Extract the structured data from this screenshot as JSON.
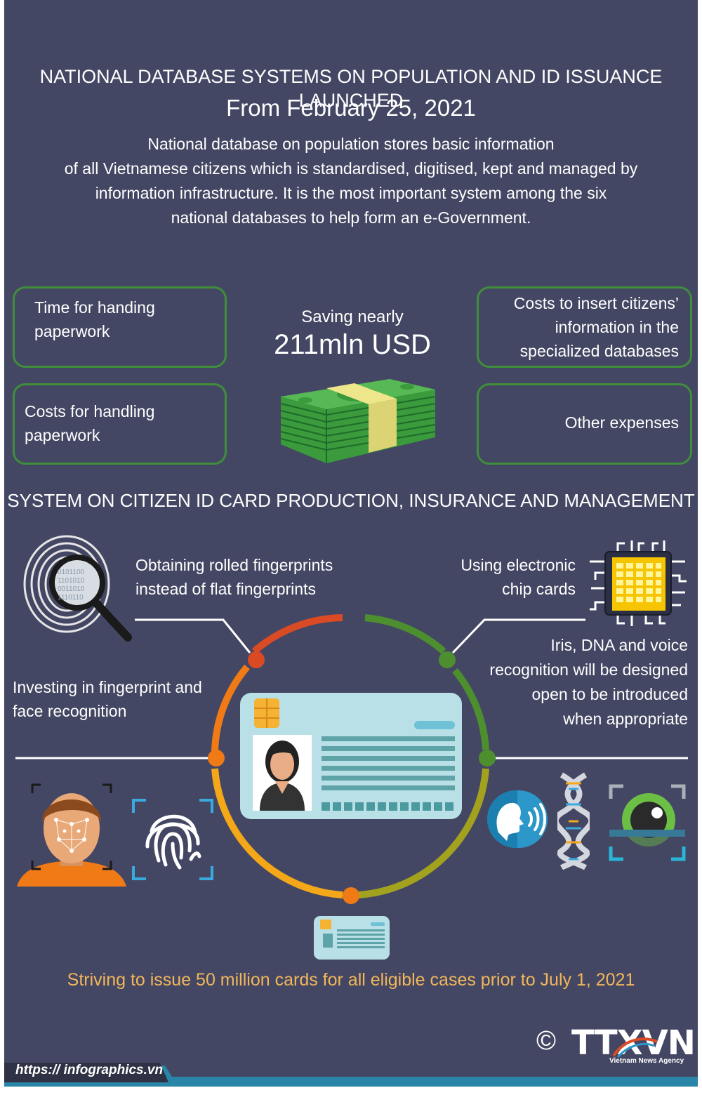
{
  "header": {
    "title": "NATIONAL DATABASE SYSTEMS ON POPULATION AND ID ISSUANCE LAUNCHED",
    "date": "From February 25, 2021",
    "intro_lines": [
      "National database on population stores basic information",
      "of all Vietnamese citizens which is standardised, digitised, kept and managed by",
      "information infrastructure. It is the most important system among the six",
      "national databases to help form an e-Government."
    ]
  },
  "savings": {
    "label": "Saving nearly",
    "amount": "211mln USD",
    "boxes": {
      "top_left": [
        "Time for handing",
        "paperwork"
      ],
      "bottom_left": [
        "Costs for handling",
        "paperwork"
      ],
      "top_right": [
        "Costs to insert citizens’",
        "information in the",
        "specialized databases"
      ],
      "bottom_right": [
        "Other expenses"
      ]
    }
  },
  "id_system": {
    "heading": "SYSTEM ON CITIZEN ID CARD PRODUCTION, INSURANCE AND MANAGEMENT",
    "fingerprints": [
      "Obtaining rolled fingerprints",
      "instead of flat fingerprints"
    ],
    "chip": [
      "Using electronic",
      "chip cards"
    ],
    "face": [
      "Investing in fingerprint and",
      "face recognition"
    ],
    "biometrics": [
      "Iris, DNA and voice",
      "recognition will be designed",
      "open to be introduced",
      "when appropriate"
    ],
    "goal": "Striving to issue 50 million cards for all eligible cases prior to July 1, 2021"
  },
  "footer": {
    "url": "https:// infographics.vn",
    "copyright": "©",
    "logo": "TTXVN",
    "agency": "Vietnam News Agency"
  },
  "colors": {
    "background": "#444763",
    "box_border": "#3f8e3a",
    "goal_text": "#f2b65b",
    "ring_red": "#d94a25",
    "ring_orange": "#ef7a16",
    "ring_yellow": "#f3a719",
    "ring_olive": "#a3a21f",
    "ring_green": "#4d8e2f"
  }
}
